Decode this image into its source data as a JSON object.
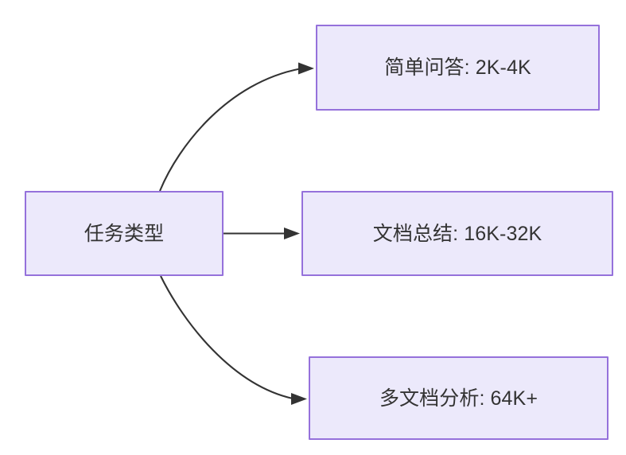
{
  "diagram": {
    "type": "flowchart",
    "direction": "left-to-right",
    "background_color": "#ffffff",
    "node_fill_color": "#ece9fb",
    "node_border_color": "#9571db",
    "node_text_color": "#333333",
    "edge_color": "#333333",
    "source": {
      "id": "node-source",
      "label": "任务类型"
    },
    "targets": [
      {
        "id": "node-target-0",
        "label": "简单问答: 2K-4K",
        "edge_style": "curved-up",
        "edge_arrow": "arrow-head-icon"
      },
      {
        "id": "node-target-1",
        "label": "文档总结: 16K-32K",
        "edge_style": "straight",
        "edge_arrow": "arrow-head-icon"
      },
      {
        "id": "node-target-2",
        "label": "多文档分析: 64K+",
        "edge_style": "curved-down",
        "edge_arrow": "arrow-head-icon"
      }
    ]
  }
}
